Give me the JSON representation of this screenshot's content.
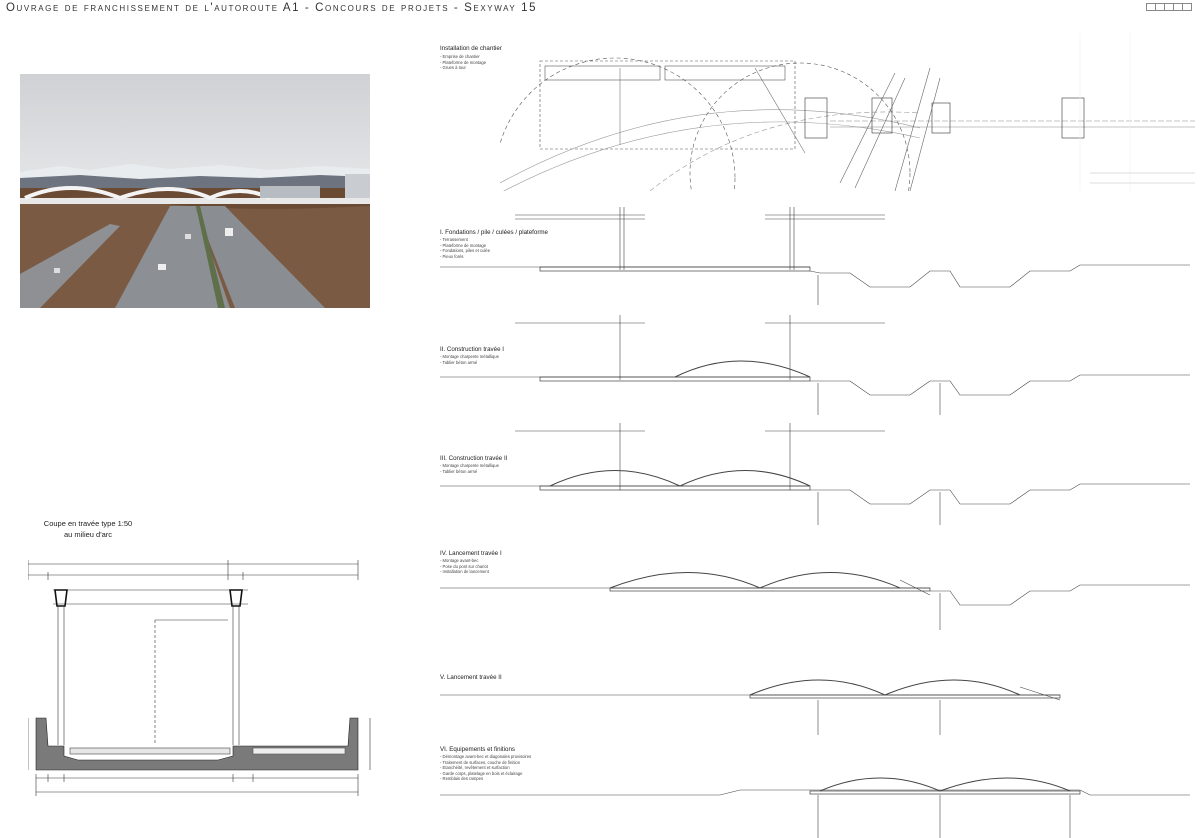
{
  "header": {
    "title": "Ouvrage de franchissement de l'autoroute A1 - Concours de projets - Sexyway 15"
  },
  "site_plan": {
    "title": "Installation de chantier",
    "items": [
      "- Emprise de chantier",
      "- Plateforme de montage",
      "- Grues à tour"
    ]
  },
  "steps": [
    {
      "title": "I. Fondations / pile / culées / plateforme",
      "items": [
        "- Terrassement",
        "- Plateforme de montage",
        "- Fondations, piles et culée",
        "- Pieux forés"
      ]
    },
    {
      "title": "II. Construction travée I",
      "items": [
        "- Montage charpente métallique",
        "- Tablier béton armé"
      ]
    },
    {
      "title": "III. Construction travée II",
      "items": [
        "- Montage charpente métallique",
        "- Tablier béton armé"
      ]
    },
    {
      "title": "IV. Lancement travée I",
      "items": [
        "- Montage avant-bec",
        "- Pose du pont sur chariot",
        "- Installation de lancement"
      ]
    },
    {
      "title": "V. Lancement  travée II",
      "items": []
    },
    {
      "title": "VI. Equipements et finitions",
      "items": [
        "- Démontage avant-bec et diagonales provisoires",
        "- Traitement de surfaces, couche de finition",
        "- Etanchéité, revêtement et surfaction",
        "- Garde corps, platelage en bois et éclairage",
        "- Remblais des rampes"
      ]
    }
  ],
  "coupe": {
    "title_line1": "Coupe en travée type 1:50",
    "title_line2": "au milieu d'arc"
  },
  "colors": {
    "line": "#333333",
    "concrete": "#777777",
    "sky": "#d9dadc",
    "vegetation": "#6b4a34"
  }
}
